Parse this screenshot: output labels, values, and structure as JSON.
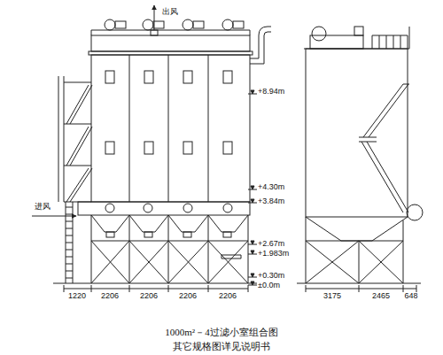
{
  "diagram": {
    "caption": "1000m²－4过滤小室组合图",
    "labels": [
      "出风",
      "进风",
      "+8.94m",
      "+4.30m",
      "+3.84m",
      "+2.67m",
      "+1.983m",
      "+0.30m",
      "±0.0m",
      "1220",
      "2206",
      "2206",
      "2206",
      "2206",
      "3175",
      "2465",
      "648",
      "其它规格图详见说明书"
    ]
  }
}
